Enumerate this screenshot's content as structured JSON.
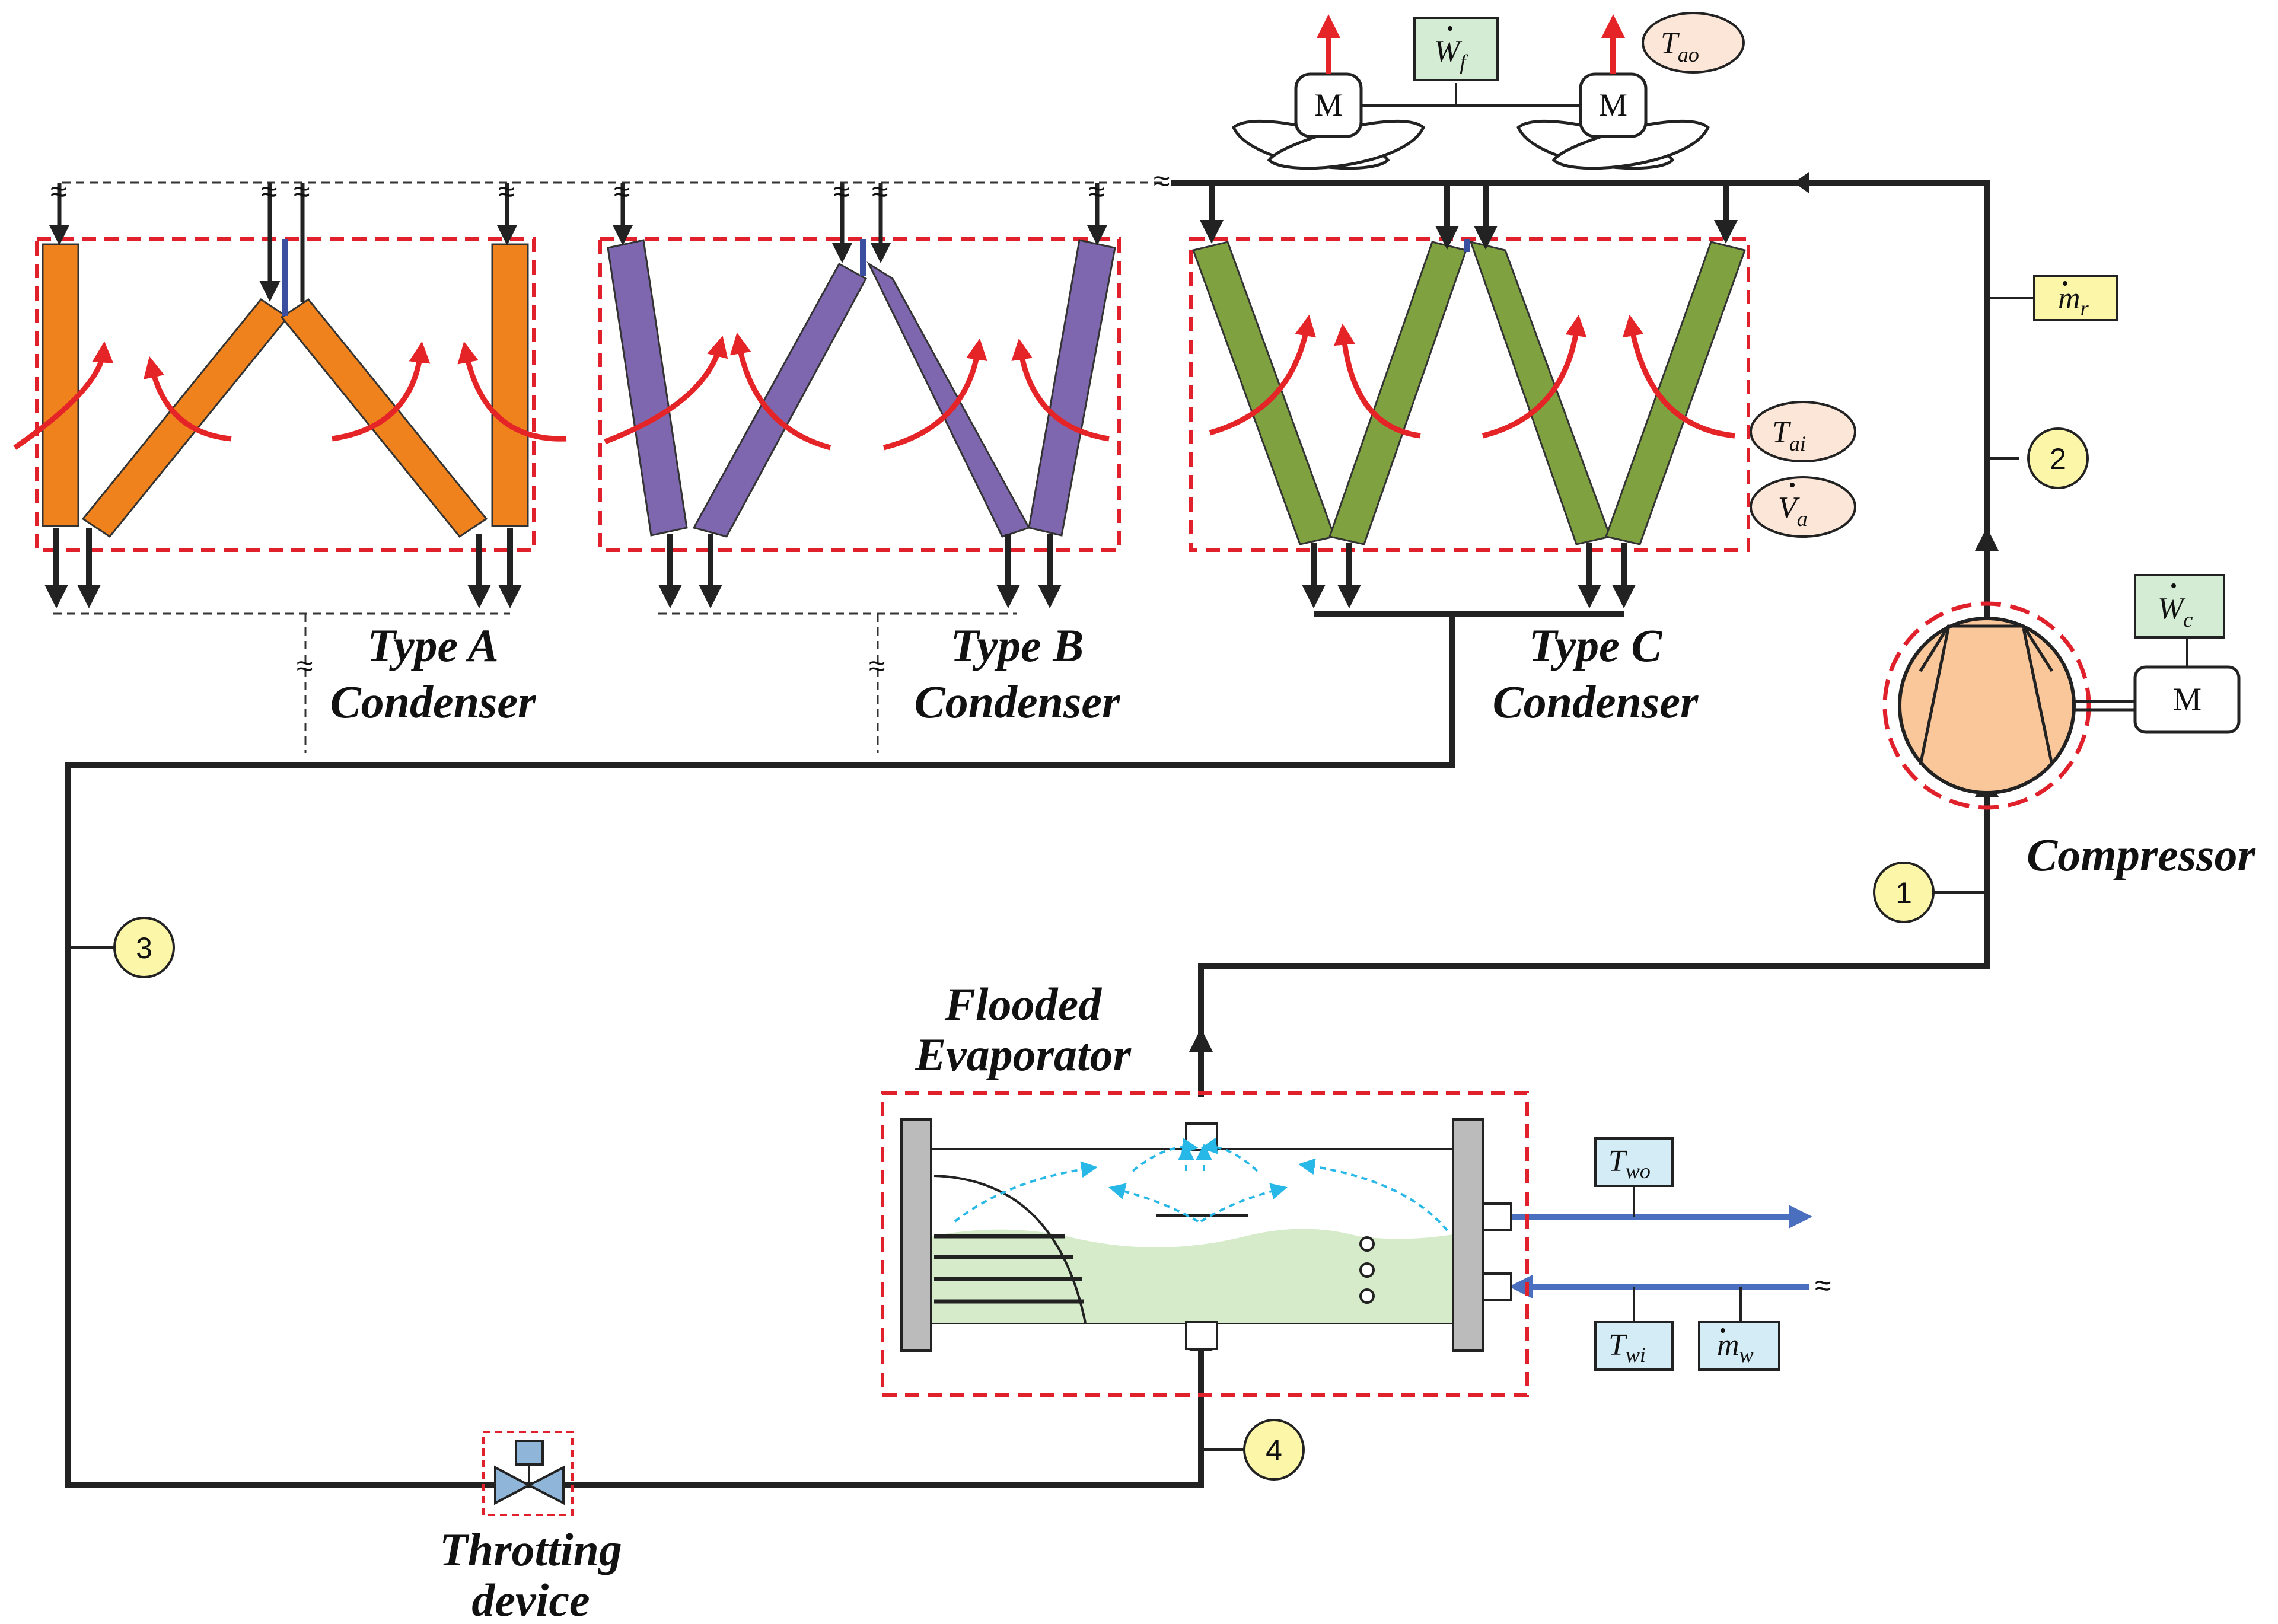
{
  "labels": {
    "type_a": [
      "Type A",
      "Condenser"
    ],
    "type_b": [
      "Type B",
      "Condenser"
    ],
    "type_c": [
      "Type C",
      "Condenser"
    ],
    "compressor": "Compressor",
    "evaporator": [
      "Flooded",
      "Evaporator"
    ],
    "throttling": [
      "Throtting",
      "device"
    ]
  },
  "motor_label": "M",
  "state_points": [
    "1",
    "2",
    "3",
    "4"
  ],
  "symbols": {
    "fan_power": {
      "main": "W",
      "sub": "f"
    },
    "compressor_power": {
      "main": "W",
      "sub": "c"
    },
    "refrigerant_flow": {
      "main": "m",
      "sub": "r"
    },
    "air_out_temp": {
      "main": "T",
      "sub": "ao"
    },
    "air_in_temp": {
      "main": "T",
      "sub": "ai"
    },
    "air_flow": {
      "main": "V",
      "sub": "a"
    },
    "water_out_temp": {
      "main": "T",
      "sub": "wo"
    },
    "water_in_temp": {
      "main": "T",
      "sub": "wi"
    },
    "water_flow": {
      "main": "m",
      "sub": "w"
    }
  },
  "colors": {
    "type_a_coil": "#f0821e",
    "type_b_coil": "#7e67af",
    "type_c_coil": "#7fa13f",
    "air_arrow": "#e52428",
    "water_line": "#4a6fbf",
    "vapor_arrow": "#28b8e8",
    "compressor_body": "#f9c79a",
    "liquid": "#d5ebc9",
    "power_box": "#d3ecd3",
    "flow_box": "#fbf6a8",
    "air_ellipse": "#fbe6d8",
    "water_box": "#d3ecf5",
    "state_circle": "#fbf6a8"
  }
}
